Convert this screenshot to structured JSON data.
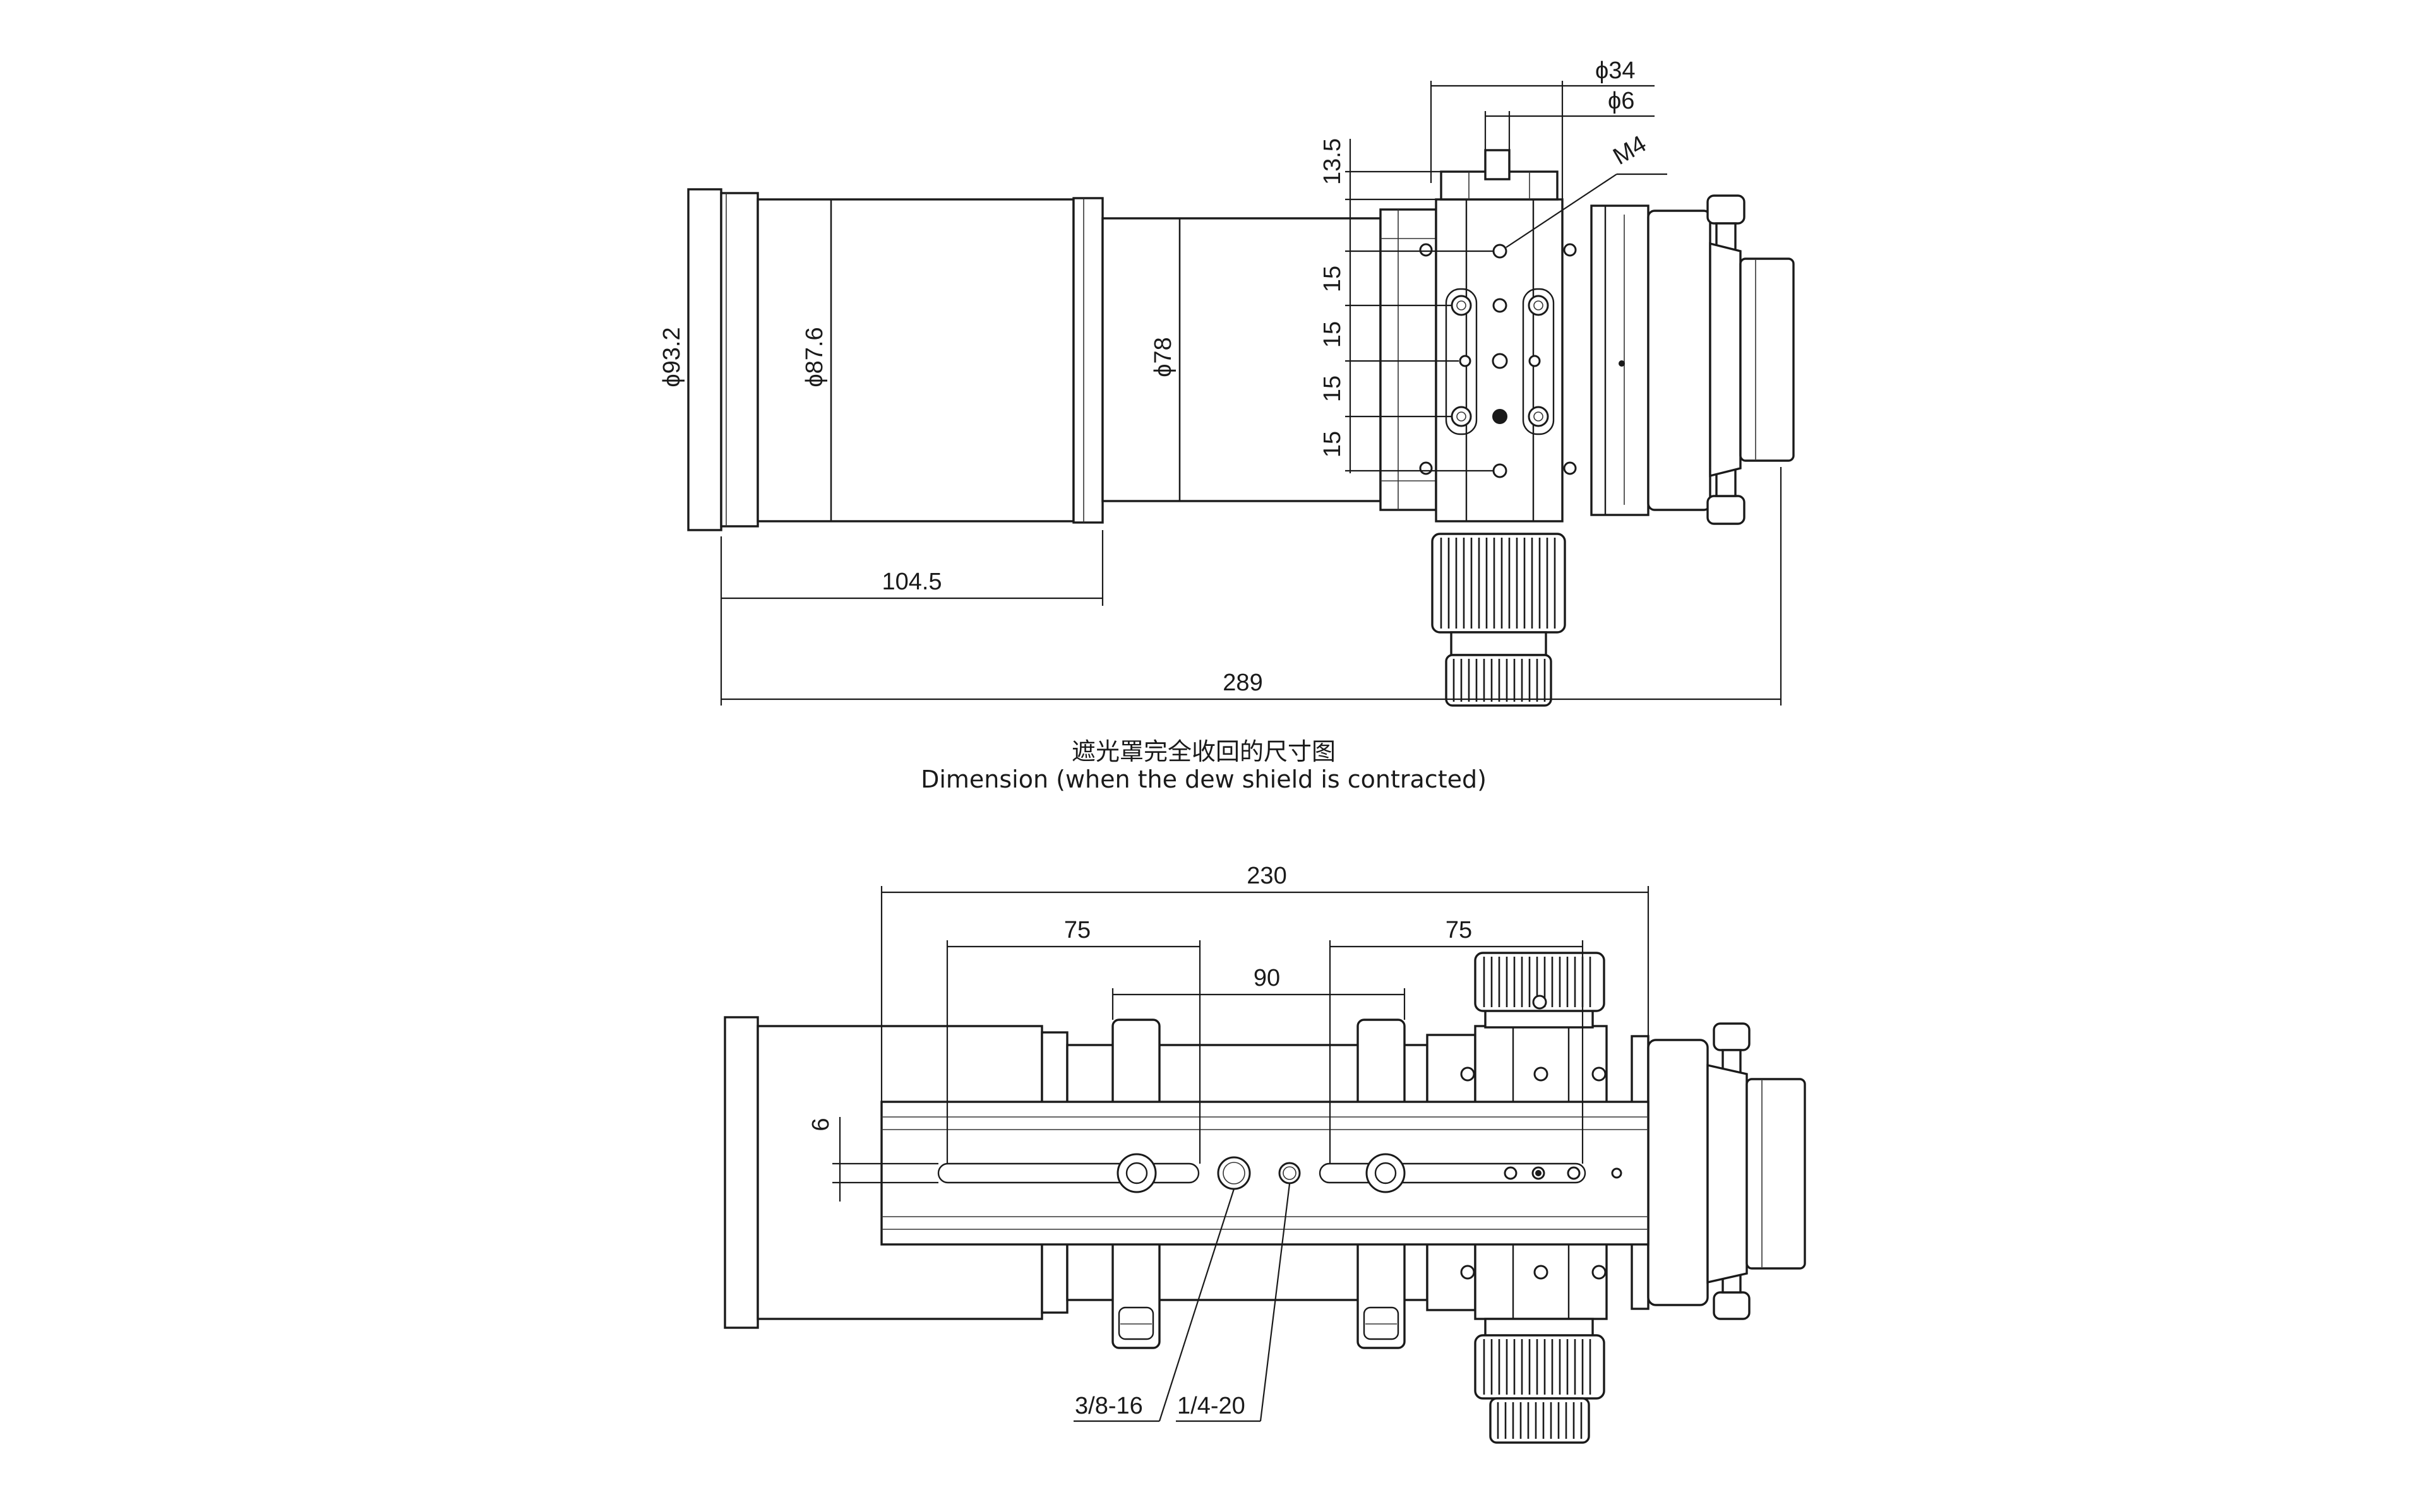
{
  "top_view": {
    "caption_cn": "遮光罩完全收回的尺寸图",
    "caption_en": "Dimension (when the dew shield is contracted)",
    "dimensions": {
      "d34": "ϕ34",
      "d6": "ϕ6",
      "m4": "M4",
      "h13_5": "13.5",
      "s15a": "15",
      "s15b": "15",
      "s15c": "15",
      "s15d": "15",
      "d93_2": "ϕ93.2",
      "d87_6": "ϕ87.6",
      "d78": "ϕ78",
      "l104_5": "104.5",
      "l289": "289"
    }
  },
  "bottom_view": {
    "dimensions": {
      "l230": "230",
      "l75a": "75",
      "l75b": "75",
      "l90": "90",
      "h6": "6",
      "thread_a": "3/8-16",
      "thread_b": "1/4-20"
    }
  }
}
